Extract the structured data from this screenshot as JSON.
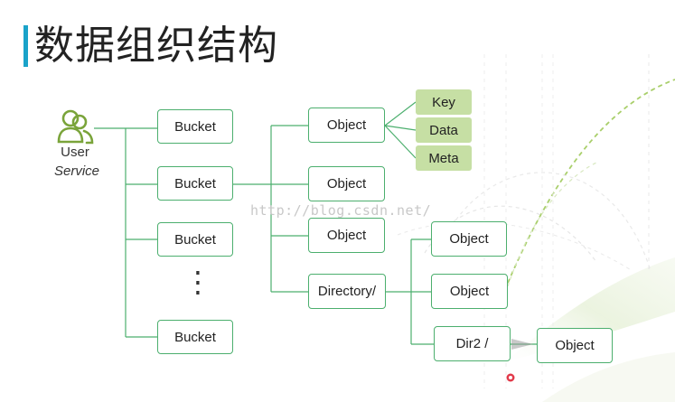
{
  "title": "数据组织结构",
  "watermark": "http://blog.csdn.net/",
  "user": {
    "label": "User",
    "sublabel": "Service"
  },
  "buckets": [
    "Bucket",
    "Bucket",
    "Bucket",
    "Bucket"
  ],
  "ellipsis": "⋮",
  "objects": [
    "Object",
    "Object",
    "Object"
  ],
  "directory": "Directory/",
  "object_parts": [
    "Key",
    "Data",
    "Meta"
  ],
  "sub_objects": [
    "Object",
    "Object"
  ],
  "dir2": "Dir2 /",
  "dir2_object": "Object",
  "colors": {
    "accent": "#1aa3c9",
    "node_border": "#4caf6e",
    "meta_fill": "#c6dfa4",
    "user_icon": "#7aa43a"
  }
}
